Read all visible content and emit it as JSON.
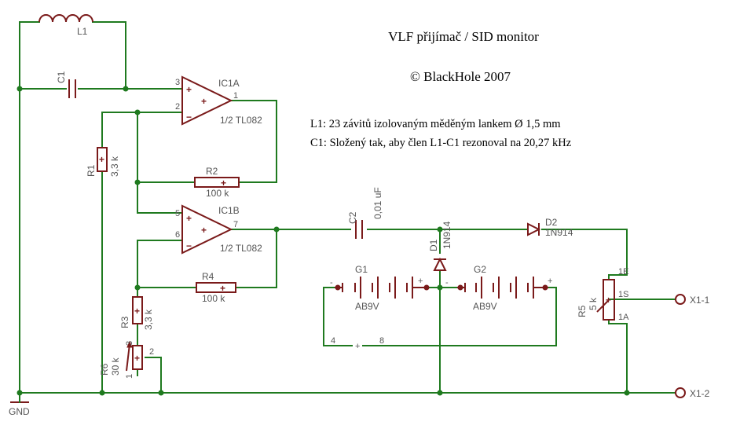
{
  "title": "VLF přijímač / SID monitor",
  "copyright": "© BlackHole 2007",
  "notes": [
    "L1: 23 závitů izolovaným měděným lankem Ø 1,5 mm",
    "C1: Složený tak, aby člen L1-C1 rezonoval na 20,27 kHz"
  ],
  "components": {
    "L1": {
      "name": "L1"
    },
    "C1": {
      "name": "C1"
    },
    "IC1A": {
      "name": "IC1A",
      "value": "1/2 TL082",
      "pin_plus": "3",
      "pin_minus": "2",
      "pin_out": "1"
    },
    "IC1B": {
      "name": "IC1B",
      "value": "1/2 TL082",
      "pin_plus": "5",
      "pin_minus": "6",
      "pin_out": "7"
    },
    "R1": {
      "name": "R1",
      "value": "3,3 k"
    },
    "R2": {
      "name": "R2",
      "value": "100 k"
    },
    "R3": {
      "name": "R3",
      "value": "3,3 k"
    },
    "R4": {
      "name": "R4",
      "value": "100 k"
    },
    "R5": {
      "name": "R5",
      "value": "5 k",
      "pin_e": "1E",
      "pin_s": "1S",
      "pin_a": "1A"
    },
    "R6": {
      "name": "R6",
      "value": "30 k",
      "pin_3": "3",
      "pin_2": "2",
      "pin_1": "1"
    },
    "C2": {
      "name": "C2",
      "value": "0,01 uF"
    },
    "D1": {
      "name": "D1",
      "value": "1N914"
    },
    "D2": {
      "name": "D2",
      "value": "1N914"
    },
    "G1": {
      "name": "G1",
      "value": "AB9V"
    },
    "G2": {
      "name": "G2",
      "value": "AB9V"
    },
    "supply": {
      "pin_4": "4",
      "pin_8": "8",
      "plus": "+"
    }
  },
  "terminals": {
    "x1_1": "X1-1",
    "x1_2": "X1-2",
    "gnd": "GND"
  },
  "colors": {
    "wire": "#1f7a1f",
    "part": "#7a1a1a",
    "label": "#555555"
  }
}
